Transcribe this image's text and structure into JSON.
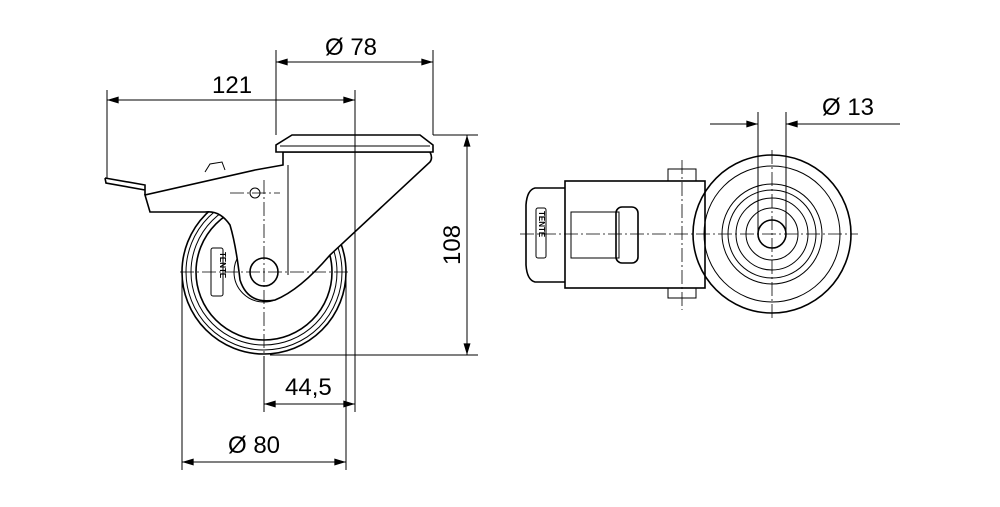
{
  "dimensions": {
    "plate_diameter": "Ø 78",
    "offset_length": "121",
    "height": "108",
    "swivel_offset": "44,5",
    "wheel_diameter": "Ø 80",
    "bore_diameter": "Ø 13"
  },
  "logo_text": "TENTE"
}
